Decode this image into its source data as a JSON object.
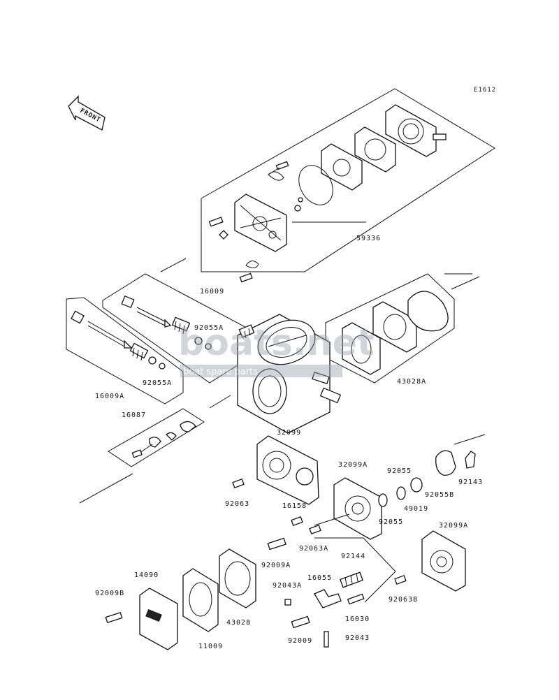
{
  "diagram": {
    "code": "E1612",
    "front_label": "FRONT",
    "watermark": {
      "brand": "boats.net",
      "tagline": "boat spare parts"
    },
    "labels": [
      {
        "id": "59336",
        "text": "59336"
      },
      {
        "id": "16009",
        "text": "16009"
      },
      {
        "id": "92055A-top",
        "text": "92055A"
      },
      {
        "id": "16009A",
        "text": "16009A"
      },
      {
        "id": "92055A-bottom",
        "text": "92055A"
      },
      {
        "id": "43028A",
        "text": "43028A"
      },
      {
        "id": "16087",
        "text": "16087"
      },
      {
        "id": "32099",
        "text": "32099"
      },
      {
        "id": "92063",
        "text": "92063"
      },
      {
        "id": "32099A-mid",
        "text": "32099A"
      },
      {
        "id": "92055",
        "text": "92055"
      },
      {
        "id": "49019",
        "text": "49019"
      },
      {
        "id": "92055B",
        "text": "92055B"
      },
      {
        "id": "92143",
        "text": "92143"
      },
      {
        "id": "16158",
        "text": "16158"
      },
      {
        "id": "92055-lower",
        "text": "92055"
      },
      {
        "id": "92063A",
        "text": "92063A"
      },
      {
        "id": "32099A-right",
        "text": "32099A"
      },
      {
        "id": "92009A",
        "text": "92009A"
      },
      {
        "id": "92144",
        "text": "92144"
      },
      {
        "id": "14090",
        "text": "14090"
      },
      {
        "id": "92009B",
        "text": "92009B"
      },
      {
        "id": "92043A",
        "text": "92043A"
      },
      {
        "id": "16055",
        "text": "16055"
      },
      {
        "id": "92063B",
        "text": "92063B"
      },
      {
        "id": "43028",
        "text": "43028"
      },
      {
        "id": "11009",
        "text": "11009"
      },
      {
        "id": "16030",
        "text": "16030"
      },
      {
        "id": "92009",
        "text": "92009"
      },
      {
        "id": "92043",
        "text": "92043"
      }
    ]
  }
}
